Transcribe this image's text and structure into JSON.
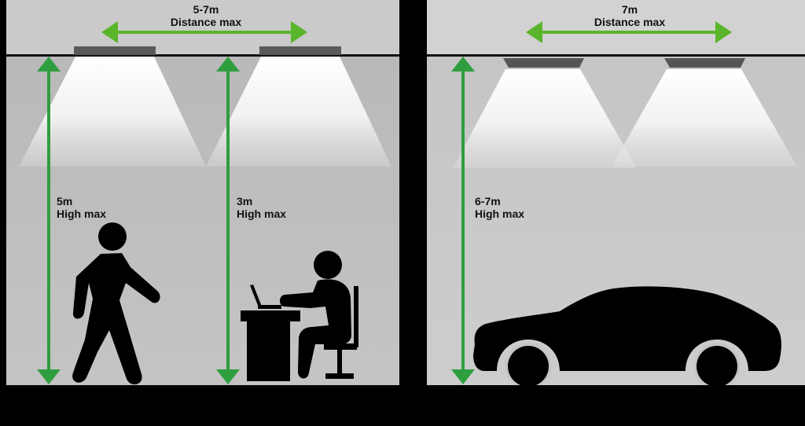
{
  "colors": {
    "background": "#000000",
    "panel_ceiling": "#cfcfcf",
    "panel_floor": "#c7c7c7",
    "arrow_green": "#2e9e3e",
    "arrow_green_light": "#5ab52a",
    "fixture": "#5a5a5a",
    "silhouette": "#000000"
  },
  "left_panel": {
    "distance": {
      "value": "5-7m",
      "label": "Distance max"
    },
    "height_walking": {
      "value": "5m",
      "label": "High max"
    },
    "height_desk": {
      "value": "3m",
      "label": "High max"
    }
  },
  "right_panel": {
    "distance": {
      "value": "7m",
      "label": "Distance max"
    },
    "height_parking": {
      "value": "6-7m",
      "label": "High max"
    }
  }
}
